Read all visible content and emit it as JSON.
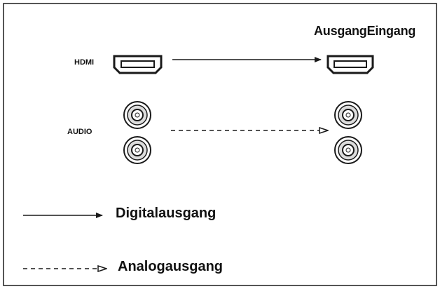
{
  "title": "AusgangEingang",
  "rows": {
    "hdmi_label": "HDMI",
    "audio_label": "AUDIO"
  },
  "legend": {
    "digital": "Digitalausgang",
    "analog": "Analogausgang"
  },
  "icons": {
    "hdmi_port": "hdmi-port-icon",
    "rca_jack": "rca-jack-icon"
  },
  "colors": {
    "frame": "#555555",
    "line": "#1a1a1a",
    "background": "#ffffff"
  }
}
